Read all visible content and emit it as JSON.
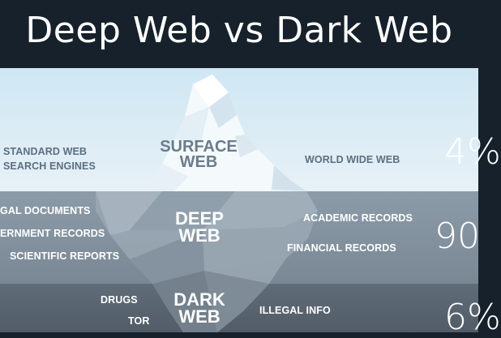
{
  "header": {
    "title": "Deep Web vs Dark Web"
  },
  "layers": {
    "surface": {
      "name_line1": "SURFACE",
      "name_line2": "WEB",
      "left_labels": [
        "STANDARD WEB",
        "SEARCH ENGINES"
      ],
      "right_labels": [
        "WORLD WIDE WEB"
      ],
      "percent": "4%"
    },
    "deep": {
      "name_line1": "DEEP",
      "name_line2": "WEB",
      "left_labels": [
        "GAL DOCUMENTS",
        "ERNMENT RECORDS",
        "SCIENTIFIC REPORTS"
      ],
      "right_labels": [
        "ACADEMIC RECORDS",
        "FINANCIAL RECORDS"
      ],
      "percent": "90"
    },
    "dark": {
      "name_line1": "DARK",
      "name_line2": "WEB",
      "left_labels": [
        "DRUGS",
        "TOR"
      ],
      "right_labels": [
        "ILLEGAL INFO"
      ],
      "percent": "6%"
    }
  },
  "colors": {
    "header_bg": "#16212b",
    "surface_bg": "#d9ebf5",
    "deep_bg": "#85939f",
    "dark_bg": "#5a6570",
    "label_dark": "#5b6f80",
    "label_light": "#ffffff"
  }
}
